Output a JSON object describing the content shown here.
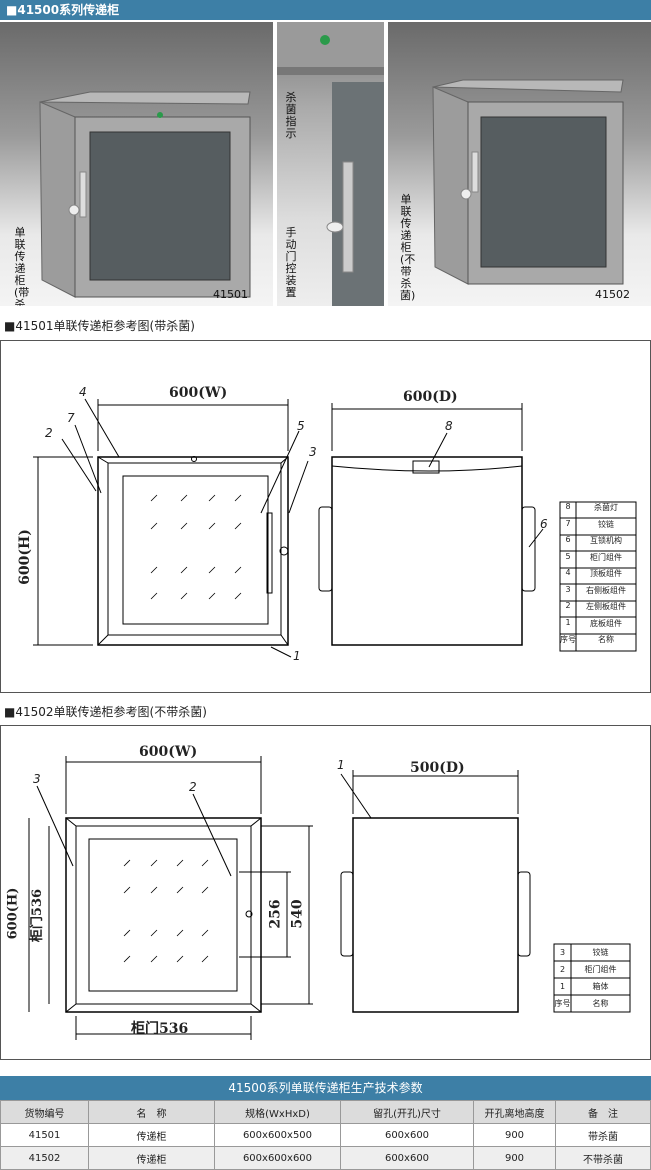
{
  "header": {
    "title": "■41500系列传递柜"
  },
  "photos": {
    "photo1": {
      "side_label": "单联传递柜(带杀菌)",
      "code": "41501"
    },
    "photo2": {
      "label_top": "杀菌指示",
      "label_bottom": "手动门控装置"
    },
    "photo3": {
      "side_label": "单联传递柜(不带杀菌)",
      "code": "41502"
    }
  },
  "section1": {
    "title": "■41501单联传递柜参考图(带杀菌)",
    "front_width": "600(W)",
    "front_height": "600(H)",
    "side_depth": "600(D)",
    "callouts": [
      "4",
      "7",
      "2",
      "5",
      "3",
      "1",
      "8",
      "6"
    ],
    "parts": [
      {
        "no": "8",
        "name": "杀菌灯"
      },
      {
        "no": "7",
        "name": "铰链"
      },
      {
        "no": "6",
        "name": "互锁机构"
      },
      {
        "no": "5",
        "name": "柜门组件"
      },
      {
        "no": "4",
        "name": "顶板组件"
      },
      {
        "no": "3",
        "name": "右侧板组件"
      },
      {
        "no": "2",
        "name": "左侧板组件"
      },
      {
        "no": "1",
        "name": "底板组件"
      }
    ],
    "parts_header": {
      "no": "序号",
      "name": "名称"
    }
  },
  "section2": {
    "title": "■41502单联传递柜参考图(不带杀菌)",
    "front_width": "600(W)",
    "front_height": "600(H)",
    "door_height": "柜门536",
    "door_width": "柜门536",
    "dim_256": "256",
    "dim_540": "540",
    "side_depth": "500(D)",
    "callouts": [
      "3",
      "2",
      "1"
    ],
    "parts": [
      {
        "no": "3",
        "name": "铰链"
      },
      {
        "no": "2",
        "name": "柜门组件"
      },
      {
        "no": "1",
        "name": "箱体"
      }
    ],
    "parts_header": {
      "no": "序号",
      "name": "名称"
    }
  },
  "spec": {
    "title": "41500系列单联传递柜生产技术参数",
    "columns": [
      "货物编号",
      "名　称",
      "规格(WxHxD)",
      "留孔(开孔)尺寸",
      "开孔离地高度",
      "备　注"
    ],
    "rows": [
      [
        "41501",
        "传递柜",
        "600x600x500",
        "600x600",
        "900",
        "带杀菌"
      ],
      [
        "41502",
        "传递柜",
        "600x600x600",
        "600x600",
        "900",
        "不带杀菌"
      ]
    ]
  }
}
